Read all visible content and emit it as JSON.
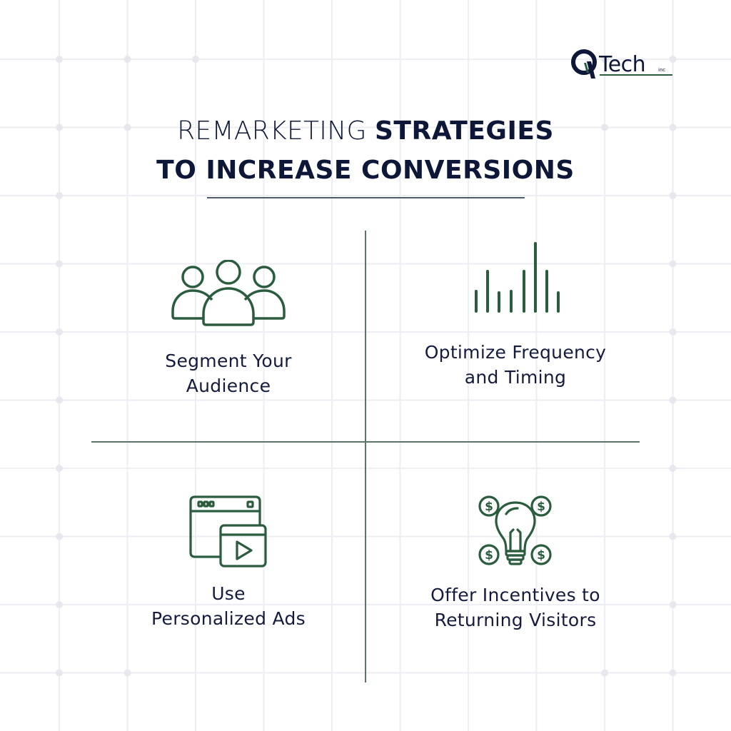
{
  "brand": {
    "logo_text": "Tech",
    "logo_letter": "Q",
    "logo_suffix": "inc",
    "primary_color": "#0d1738",
    "accent_color": "#2a5c3d"
  },
  "header": {
    "title_light": "REMARKETING",
    "title_bold": "STRATEGIES",
    "title_line2": "TO INCREASE CONVERSIONS"
  },
  "strategies": [
    {
      "icon": "people-group-icon",
      "label_line1": "Segment Your",
      "label_line2": "Audience"
    },
    {
      "icon": "frequency-bars-icon",
      "label_line1": "Optimize Frequency",
      "label_line2": "and Timing"
    },
    {
      "icon": "browser-video-ad-icon",
      "label_line1": "Use",
      "label_line2": "Personalized Ads"
    },
    {
      "icon": "lightbulb-dollar-icon",
      "label_line1": "Offer Incentives to",
      "label_line2": "Returning Visitors"
    }
  ]
}
